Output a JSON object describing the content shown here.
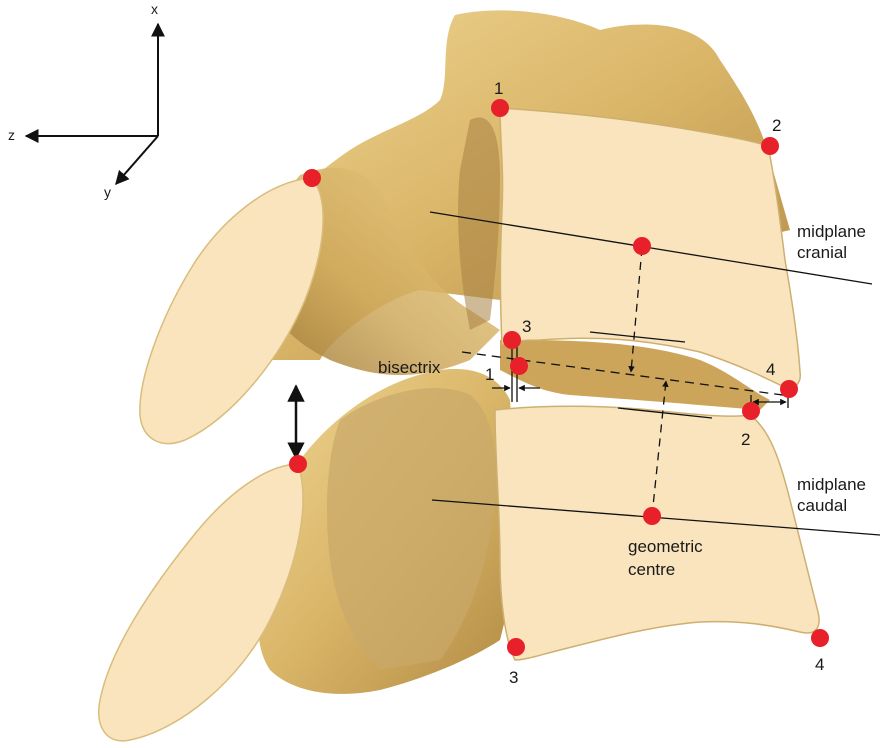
{
  "axes": {
    "x": "x",
    "y": "y",
    "z": "z"
  },
  "landmarks": {
    "cranial_1": "1",
    "cranial_2": "2",
    "cranial_3": "3",
    "cranial_4": "4",
    "caudal_2": "2",
    "caudal_3": "3",
    "caudal_4": "4",
    "offset_1": "1"
  },
  "labels": {
    "midplane_cranial_line1": "midplane",
    "midplane_cranial_line2": "cranial",
    "midplane_caudal_line1": "midplane",
    "midplane_caudal_line2": "caudal",
    "bisectrix": "bisectrix",
    "geometric_centre_line1": "geometric",
    "geometric_centre_line2": "centre"
  },
  "colors": {
    "bone": "#e8c77c",
    "bone_shadow": "#b8944a",
    "bone_dark": "#8a6a2c",
    "cut_surface": "#f9e4bd",
    "landmark": "#e8202a",
    "line": "#111111"
  }
}
